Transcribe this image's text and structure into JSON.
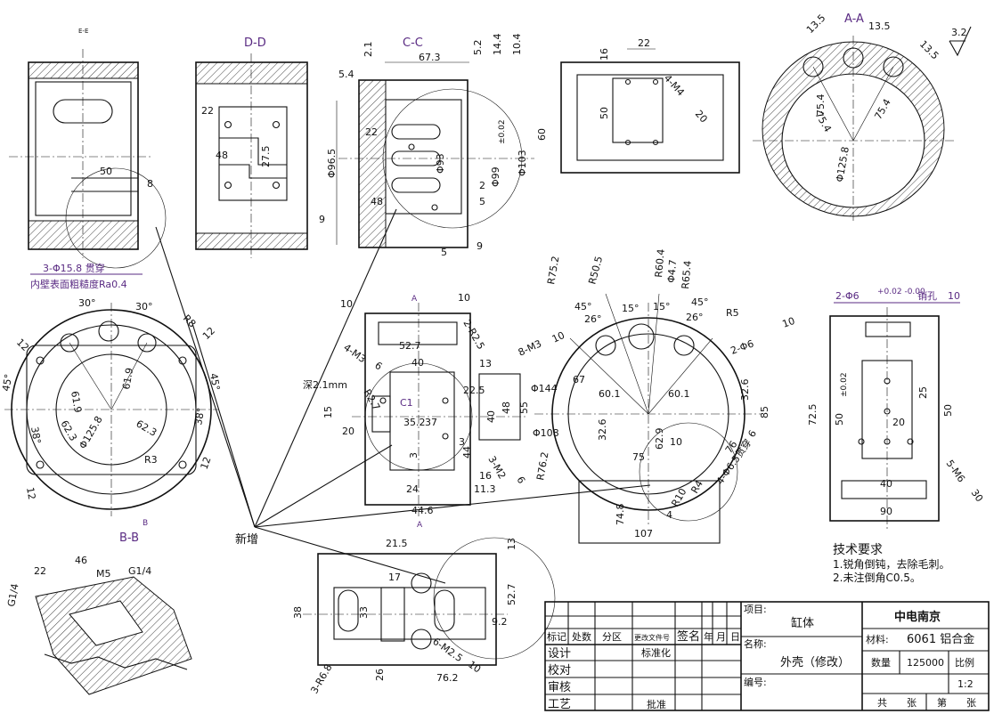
{
  "section_titles": {
    "ee": "E-E",
    "dd": "D-D",
    "cc": "C-C",
    "aa": "A-A",
    "bb": "B-B"
  },
  "section_markers": {
    "a1": "A",
    "a2": "A",
    "b1": "B"
  },
  "roughness": "3.2",
  "dimensions": {
    "ee_50": "50",
    "ee_8": "8",
    "dd_22": "22",
    "dd_48": "48",
    "dd_275": "27.5",
    "dd_9": "9",
    "cc_21": "2.1",
    "cc_673": "67.3",
    "cc_52": "5.2",
    "cc_144": "14.4",
    "cc_104": "10.4",
    "cc_54": "5.4",
    "cc_22": "22",
    "cc_965": "Φ96.5",
    "cc_93": "Φ93",
    "cc_99": "Φ99",
    "cc_99tol": "±0.02",
    "cc_103": "Φ103",
    "cc_2": "2",
    "cc_5": "5",
    "cc_48": "48",
    "cc_5b": "5",
    "cc_9": "9",
    "fr_22": "22",
    "fr_16": "16",
    "fr_50": "50",
    "fr_60": "60",
    "fr_m4": "4-M4",
    "fr_m4d": "20",
    "aa_135a": "13.5",
    "aa_135b": "13.5",
    "aa_135c": "13.5",
    "aa_754a": "75.4",
    "aa_754b": "75.4",
    "aa_754c": "75.4",
    "aa_1258": "Φ125.8",
    "note_holes": "3-Φ15.8 贯穿",
    "note_rough": "内壁表面粗糙度Ra0.4",
    "c1_30a": "30°",
    "c1_30b": "30°",
    "c1_r8": "R8",
    "c1_12a": "12",
    "c1_45a": "45°",
    "c1_45b": "45°",
    "c1_12b": "12",
    "c1_619a": "61.9",
    "c1_619b": "61.9",
    "c1_623a": "62.3",
    "c1_623b": "62.3",
    "c1_1258": "Φ125.8",
    "c1_38a": "38°",
    "c1_38b": "38°",
    "c1_r3": "R3",
    "c1_12c": "12",
    "c1_12d": "12",
    "m_10a": "10",
    "m_10b": "10",
    "m_r25": "2-R2.5",
    "m_527": "52.7",
    "m_40": "40",
    "m_13": "13",
    "m_m3": "4-M3",
    "m_m3d": "6",
    "m_slot": "深2.1mm",
    "m_r27": "R2.7",
    "m_c1": "C1",
    "m_225": "22.5",
    "m_15": "15",
    "m_20": "20",
    "m_3521": "35.2",
    "m_37": "37",
    "m_3": "3",
    "m_44": "44",
    "m_40b": "40",
    "m_48": "48",
    "m_55": "55",
    "m_m2": "3-M2",
    "m_m2d": "6",
    "m_16": "16",
    "m_113": "11.3",
    "m_24": "24",
    "m_446": "44.6",
    "m_3b": "3",
    "r_r752": "R75.2",
    "r_r505": "R50.5",
    "r_r604": "R60.4",
    "r_47": "Φ4.7",
    "r_r654": "R65.4",
    "r_45a": "45°",
    "r_26a": "26°",
    "r_15a": "15°",
    "r_15b": "15°",
    "r_26b": "26°",
    "r_45b": "45°",
    "r_r5": "R5",
    "r_m3": "8-M3",
    "r_m3d": "10",
    "r_6": "2-Φ6",
    "r_6d": "10",
    "r_67": "67",
    "r_601a": "60.1",
    "r_601b": "60.1",
    "r_144": "Φ144",
    "r_108": "Φ108",
    "r_326a": "32.6",
    "r_326b": "32.6",
    "r_85": "85",
    "r_629": "62.9",
    "r_10": "10",
    "r_75": "75",
    "r_r762": "R76.2",
    "r_748": "74.8",
    "r_4": "4",
    "r_107": "107",
    "r_r4": "R4",
    "r_r10": "R10",
    "r_65": "4-Φ6.5贯穿",
    "r_76": "76",
    "r_6b": "6",
    "rv_pin": "2-Φ6",
    "rv_pintol": "+0.02 -0.00",
    "rv_pinname": "销孔",
    "rv_pind": "10",
    "rv_725": "72.5",
    "rv_50a": "50",
    "rv_50b": "50",
    "rv_25": "25",
    "rv_20": "20",
    "rv_40": "40",
    "rv_90": "90",
    "rv_m6": "5-M6",
    "rv_m6d": "30",
    "rv_tol": "±0.02",
    "bb_22": "22",
    "bb_46": "46",
    "bb_m5": "M5",
    "bb_g14a": "G1/4",
    "bb_g14b": "G1/4",
    "bt_215": "21.5",
    "bt_17": "17",
    "bt_13": "13",
    "bt_38": "38",
    "bt_33": "33",
    "bt_527": "52.7",
    "bt_92": "9.2",
    "bt_m25": "6-M2.5",
    "bt_m25d": "10",
    "bt_r68": "3-R6.8",
    "bt_26": "26",
    "bt_762": "76.2"
  },
  "new_label": "新增",
  "tech_req": {
    "title": "技术要求",
    "items": [
      "1.锐角倒钝，去除毛刺。",
      "2.未注倒角C0.5。"
    ]
  },
  "title_block": {
    "row_headers": [
      "标记",
      "处数",
      "分区",
      "更改文件号",
      "签名",
      "年",
      "月",
      "日"
    ],
    "roles": [
      "设计",
      "校对",
      "审核",
      "工艺"
    ],
    "standardize": "标准化",
    "approve": "批准",
    "project_label": "项目:",
    "project_value": "缸体",
    "name_label": "名称:",
    "name_value": "外壳（修改）",
    "number_label": "编号:",
    "company": "中电南京",
    "material_label": "材料:",
    "material_value": "6061 铝合金",
    "quantity_label": "数量",
    "quantity_value": "125000",
    "scale_label": "比例",
    "scale_value": "1:2",
    "total_sheets": "共　　张",
    "sheet_no": "第　　张"
  }
}
